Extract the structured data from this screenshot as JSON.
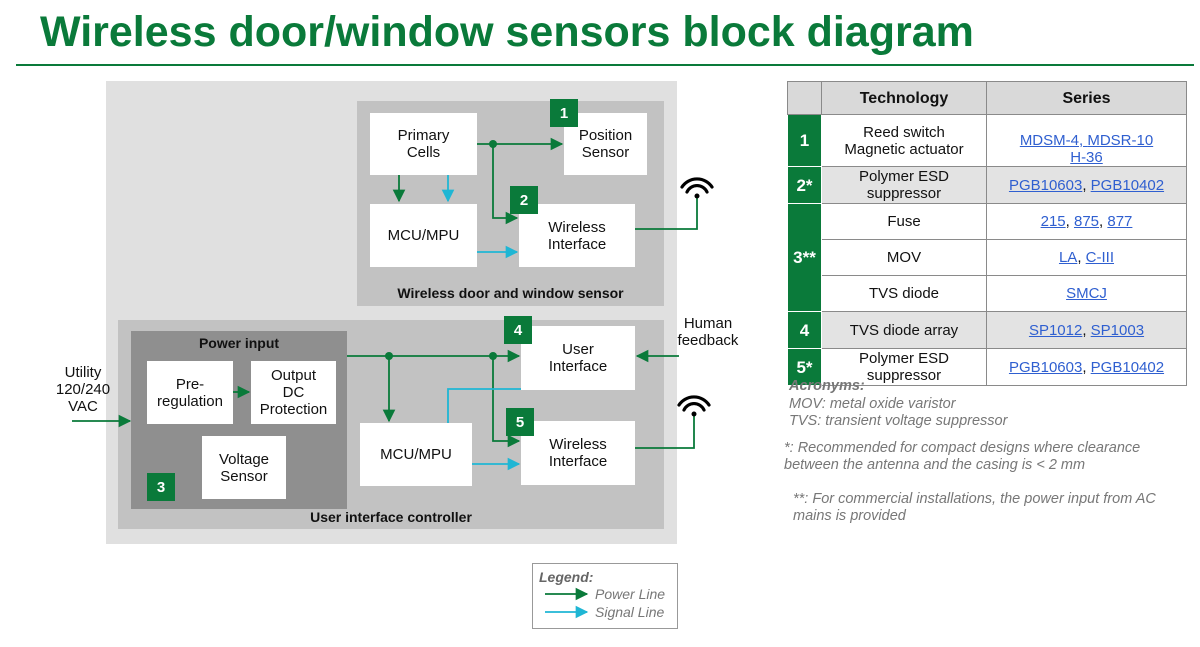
{
  "title": "Wireless door/window sensors block diagram",
  "colors": {
    "brand_green": "#0a7a3a",
    "power_line": "#0a7a3a",
    "signal_line": "#1fb6d4",
    "link": "#2f5fd0"
  },
  "diagram": {
    "sensor_group_label": "Wireless door and window sensor",
    "controller_group_label": "User interface controller",
    "power_input_label": "Power input",
    "blocks": {
      "primary_cells": "Primary\nCells",
      "position_sensor": "Position\nSensor",
      "mcu_sensor": "MCU/MPU",
      "wireless_sensor": "Wireless\nInterface",
      "pre_regulation": "Pre-\nregulation",
      "output_dc": "Output\nDC\nProtection",
      "voltage_sensor": "Voltage\nSensor",
      "mcu_controller": "MCU/MPU",
      "user_interface": "User\nInterface",
      "wireless_controller": "Wireless\nInterface"
    },
    "badges": {
      "b1": "1",
      "b2": "2",
      "b3": "3",
      "b4": "4",
      "b5": "5"
    },
    "external": {
      "utility": "Utility\n120/240\nVAC",
      "human_feedback": "Human\nfeedback"
    },
    "icons": [
      "wifi-icon",
      "wifi-icon"
    ]
  },
  "legend": {
    "title": "Legend:",
    "power": "Power Line",
    "signal": "Signal Line"
  },
  "table": {
    "headers": [
      "",
      "Technology",
      "Series"
    ],
    "rows": [
      {
        "num": "1",
        "tech": "Reed switch\nMagnetic actuator",
        "series": [
          "MDSM-4",
          ", ",
          "MDSR-10",
          "\n",
          "H-36"
        ]
      },
      {
        "num": "2*",
        "tech": "Polymer ESD\nsuppressor",
        "series": [
          "PGB10603",
          ", ",
          "PGB10402"
        ]
      },
      {
        "num": "3**",
        "tech": "Fuse",
        "series": [
          "215",
          ", ",
          "875",
          ", ",
          "877"
        ]
      },
      {
        "num": "",
        "tech": "MOV",
        "series": [
          "LA",
          ", ",
          "C-III"
        ]
      },
      {
        "num": "",
        "tech": "TVS diode",
        "series": [
          "SMCJ"
        ]
      },
      {
        "num": "4",
        "tech": "TVS diode array",
        "series": [
          "SP1012",
          ", ",
          "SP1003"
        ]
      },
      {
        "num": "5*",
        "tech": "Polymer ESD\nsuppressor",
        "series": [
          "PGB10603",
          ", ",
          "PGB10402"
        ]
      }
    ]
  },
  "notes": {
    "acronyms_title": "Acronyms:",
    "mov": "MOV:   metal oxide varistor",
    "tvs": "TVS:    transient voltage suppressor",
    "star": "*: Recommended for compact designs where clearance\nbetween the antenna and the casing is < 2 mm",
    "dstar": "**: For commercial installations, the power input from AC\nmains is provided"
  }
}
